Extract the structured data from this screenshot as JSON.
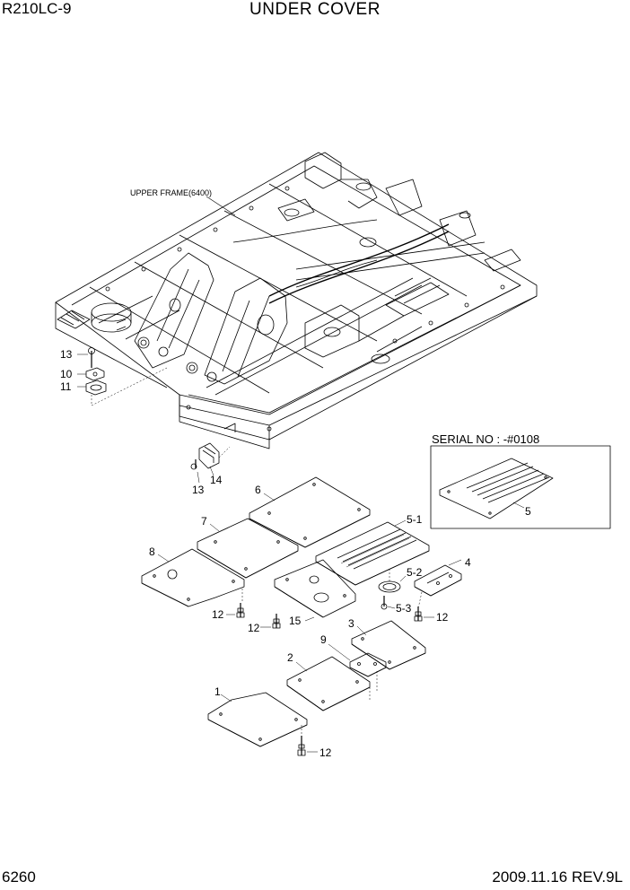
{
  "header": {
    "model": "R210LC-9",
    "title": "UNDER COVER"
  },
  "footer": {
    "page": "6260",
    "date_rev": "2009.11.16  REV.9L"
  },
  "diagram": {
    "frame_label": "UPPER FRAME(6400)",
    "serial_label": "SERIAL NO : -#0108",
    "callouts": {
      "c13a": "13",
      "c10": "10",
      "c11": "11",
      "c14": "14",
      "c13b": "13",
      "c6": "6",
      "c7": "7",
      "c8": "8",
      "c5_1": "5-1",
      "c5_2": "5-2",
      "c5_3": "5-3",
      "c5": "5",
      "c4": "4",
      "c15": "15",
      "c12a": "12",
      "c12b": "12",
      "c12c": "12",
      "c12d": "12",
      "c3": "3",
      "c9": "9",
      "c2": "2",
      "c1": "1"
    }
  }
}
